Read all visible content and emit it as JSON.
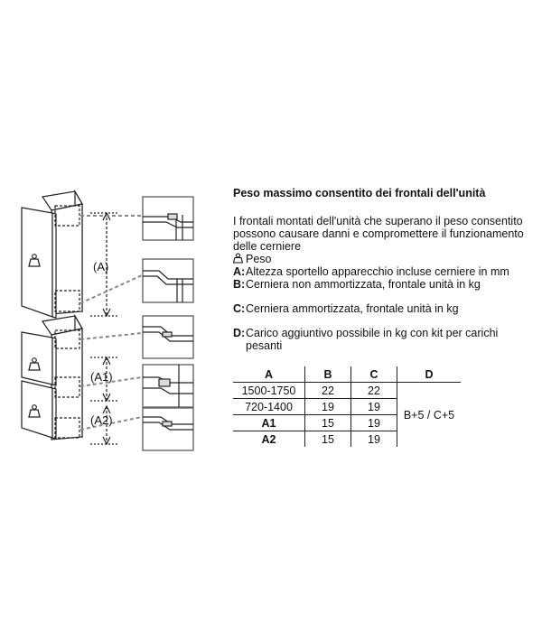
{
  "title": "Peso massimo consentito dei frontali dell'unità",
  "description": "I frontali montati dell'unità che superano il peso consentito possono causare danni e compromettere il funzionamento delle cerniere",
  "legend": [
    {
      "key": "",
      "icon": "weight-icon",
      "text": "Peso"
    },
    {
      "key": "A:",
      "text": "Altezza sportello apparecchio incluse cerniere in mm"
    },
    {
      "key": "B:",
      "text": "Cerniera non ammortizzata, frontale unità in kg"
    },
    {
      "key": "C:",
      "text": "Cerniera ammortizzata, frontale unità in kg"
    },
    {
      "key": "D:",
      "text": "Carico aggiuntivo possibile in kg con kit per carichi pesanti"
    }
  ],
  "table": {
    "headers": [
      "A",
      "B",
      "C",
      "D"
    ],
    "rows": [
      [
        "1500-1750",
        "22",
        "22"
      ],
      [
        "720-1400",
        "19",
        "19"
      ],
      [
        "A1",
        "15",
        "19"
      ],
      [
        "A2",
        "15",
        "19"
      ]
    ],
    "d_value": "B+5 / C+5"
  },
  "diagram": {
    "label_a": "(A)",
    "label_a1": "(A1)",
    "label_a2": "(A2)"
  }
}
